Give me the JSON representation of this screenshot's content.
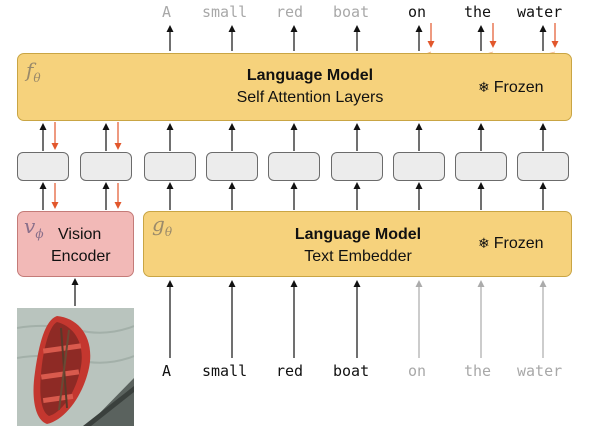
{
  "output_tokens": [
    "A",
    "small",
    "red",
    "boat",
    "on",
    "the",
    "water"
  ],
  "input_tokens": [
    "A",
    "small",
    "red",
    "boat",
    "on",
    "the",
    "water"
  ],
  "self_attention_block": {
    "symbol": "f",
    "subscript": "θ",
    "title": "Language Model",
    "subtitle": "Self Attention Layers",
    "frozen_label": "Frozen"
  },
  "text_embedder_block": {
    "symbol": "g",
    "subscript": "θ",
    "title": "Language Model",
    "subtitle": "Text Embedder",
    "frozen_label": "Frozen"
  },
  "vision_encoder_block": {
    "symbol": "v",
    "subscript": "ϕ",
    "line1": "Vision",
    "line2": "Encoder"
  },
  "image": {
    "description_icon": "rowboat-photo"
  },
  "colors": {
    "lm_fill": "#f6d27c",
    "ve_fill": "#f2b9b7",
    "embedding_fill": "#ececec",
    "gradient_arrow": "#e2572c"
  },
  "icons": {
    "frozen": "snowflake-icon"
  }
}
